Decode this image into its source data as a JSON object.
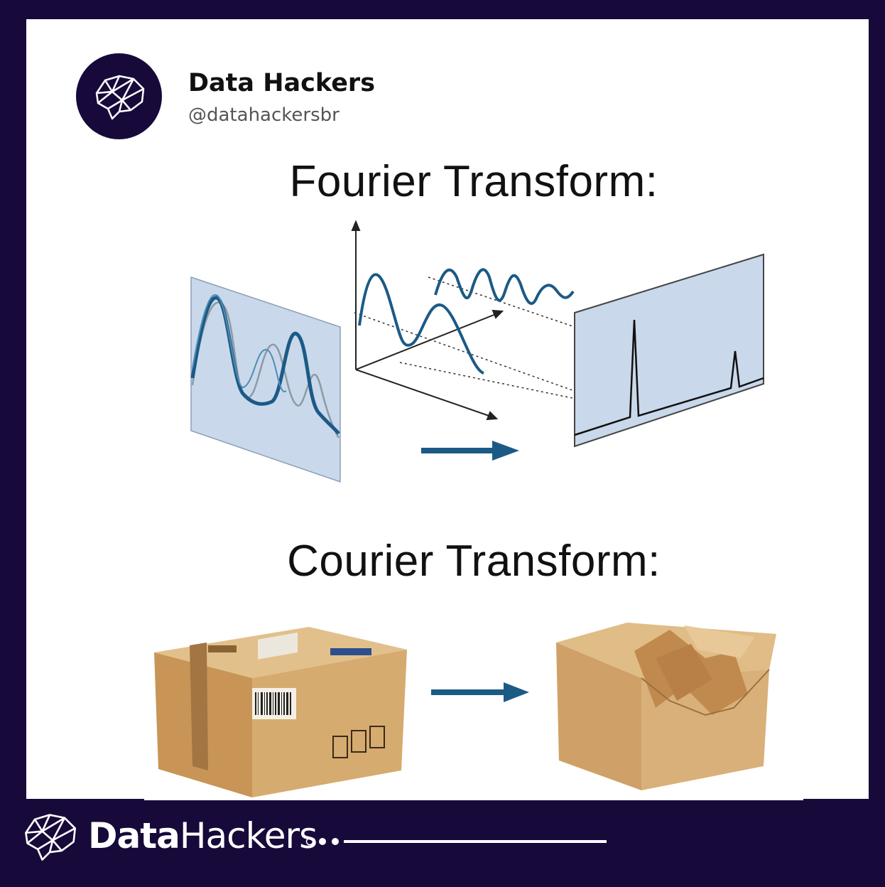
{
  "post": {
    "account_name": "Data Hackers",
    "account_handle": "@datahackersbr",
    "avatar_icon": "brain-network-icon"
  },
  "meme": {
    "top_title": "Fourier Transform:",
    "bottom_title": "Courier Transform:"
  },
  "footer": {
    "brand_bold": "Data",
    "brand_light": "Hackers",
    "logo_icon": "brain-network-icon",
    "pager_icon": "dots-pager-icon"
  },
  "colors": {
    "background": "#170a3a",
    "card": "#ffffff",
    "wave": "#1c5a86",
    "panel": "#c9d8ea",
    "cardboard": "#d4a96e"
  }
}
